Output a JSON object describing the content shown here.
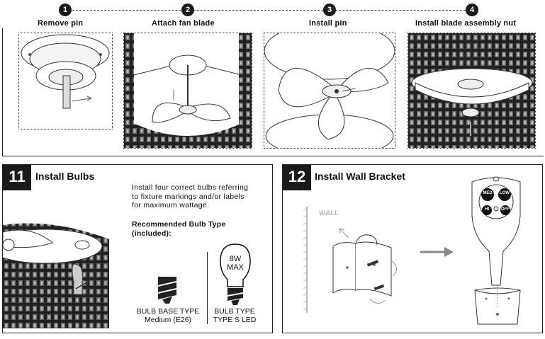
{
  "steps": [
    {
      "num": "1",
      "label": "Remove pin"
    },
    {
      "num": "2",
      "label": "Attach fan blade"
    },
    {
      "num": "3",
      "label": "Install pin"
    },
    {
      "num": "4",
      "label": "Install blade assembly nut"
    }
  ],
  "section11": {
    "num": "11",
    "title": "Install Bulbs",
    "instruction_lines": [
      "Install four correct bulbs referring",
      "to fixture markings and/or labels",
      "for maximum wattage."
    ],
    "recommended_lines": [
      "Recommended Bulb Type",
      "(included):"
    ],
    "bulb_label": [
      "8W",
      "MAX"
    ],
    "base_caption": [
      "BULB BASE TYPE",
      "Medium (E26)"
    ],
    "bulb_caption": [
      "BULB TYPE",
      "TYPE S LED"
    ]
  },
  "section12": {
    "num": "12",
    "title": "Install Wall Bracket",
    "wall_label": "WALL",
    "remote_buttons": [
      "MED",
      "LOW",
      "HI",
      "OFF"
    ]
  }
}
